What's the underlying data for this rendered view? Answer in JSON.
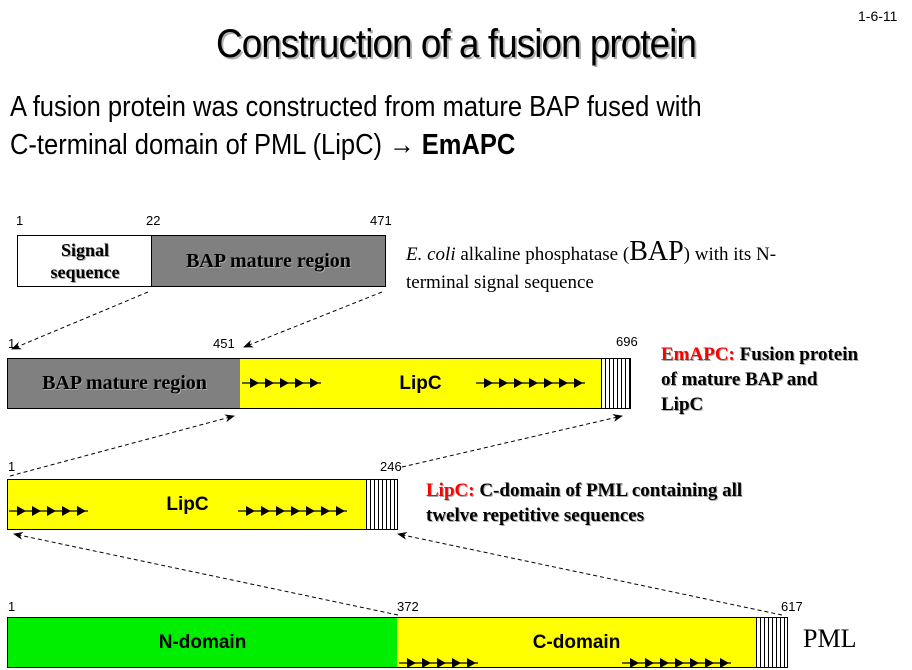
{
  "slide_number": "1-6-11",
  "title": "Construction of a fusion protein",
  "subtitle": {
    "line1": "A fusion protein was constructed from mature BAP fused with",
    "line2_prefix": "C-terminal domain of PML (LipC) ",
    "arrow": "→",
    "line2_bold": "EmAPC"
  },
  "colors": {
    "bap_gray": "#808080",
    "lipc_yellow": "#ffff00",
    "n_domain_green": "#00ee00",
    "highlight_red": "#ff0000"
  },
  "bap": {
    "positions": [
      "1",
      "22",
      "471"
    ],
    "signal_label_line1": "Signal",
    "signal_label_line2": "sequence",
    "mature_label": "BAP mature region",
    "desc_italic": "E. coli",
    "desc_text1": " alkaline phosphatase (",
    "desc_big": "BAP",
    "desc_text2": ") with its N-",
    "desc_line2": "terminal signal sequence"
  },
  "emapc": {
    "positions": [
      "1",
      "451",
      "696"
    ],
    "bap_label": "BAP mature region",
    "lipc_label": "LipC",
    "note_red": "EmAPC:",
    "note_line1": " Fusion protein",
    "note_line2": "of mature BAP and",
    "note_line3": "LipC"
  },
  "lipc": {
    "positions": [
      "1",
      "246"
    ],
    "label": "LipC",
    "note_red": "LipC:",
    "note_line1": " C-domain of PML containing all",
    "note_line2": "twelve repetitive sequences"
  },
  "pml": {
    "positions": [
      "1",
      "372",
      "617"
    ],
    "n_label": "N-domain",
    "c_label": "C-domain",
    "name": "PML"
  }
}
